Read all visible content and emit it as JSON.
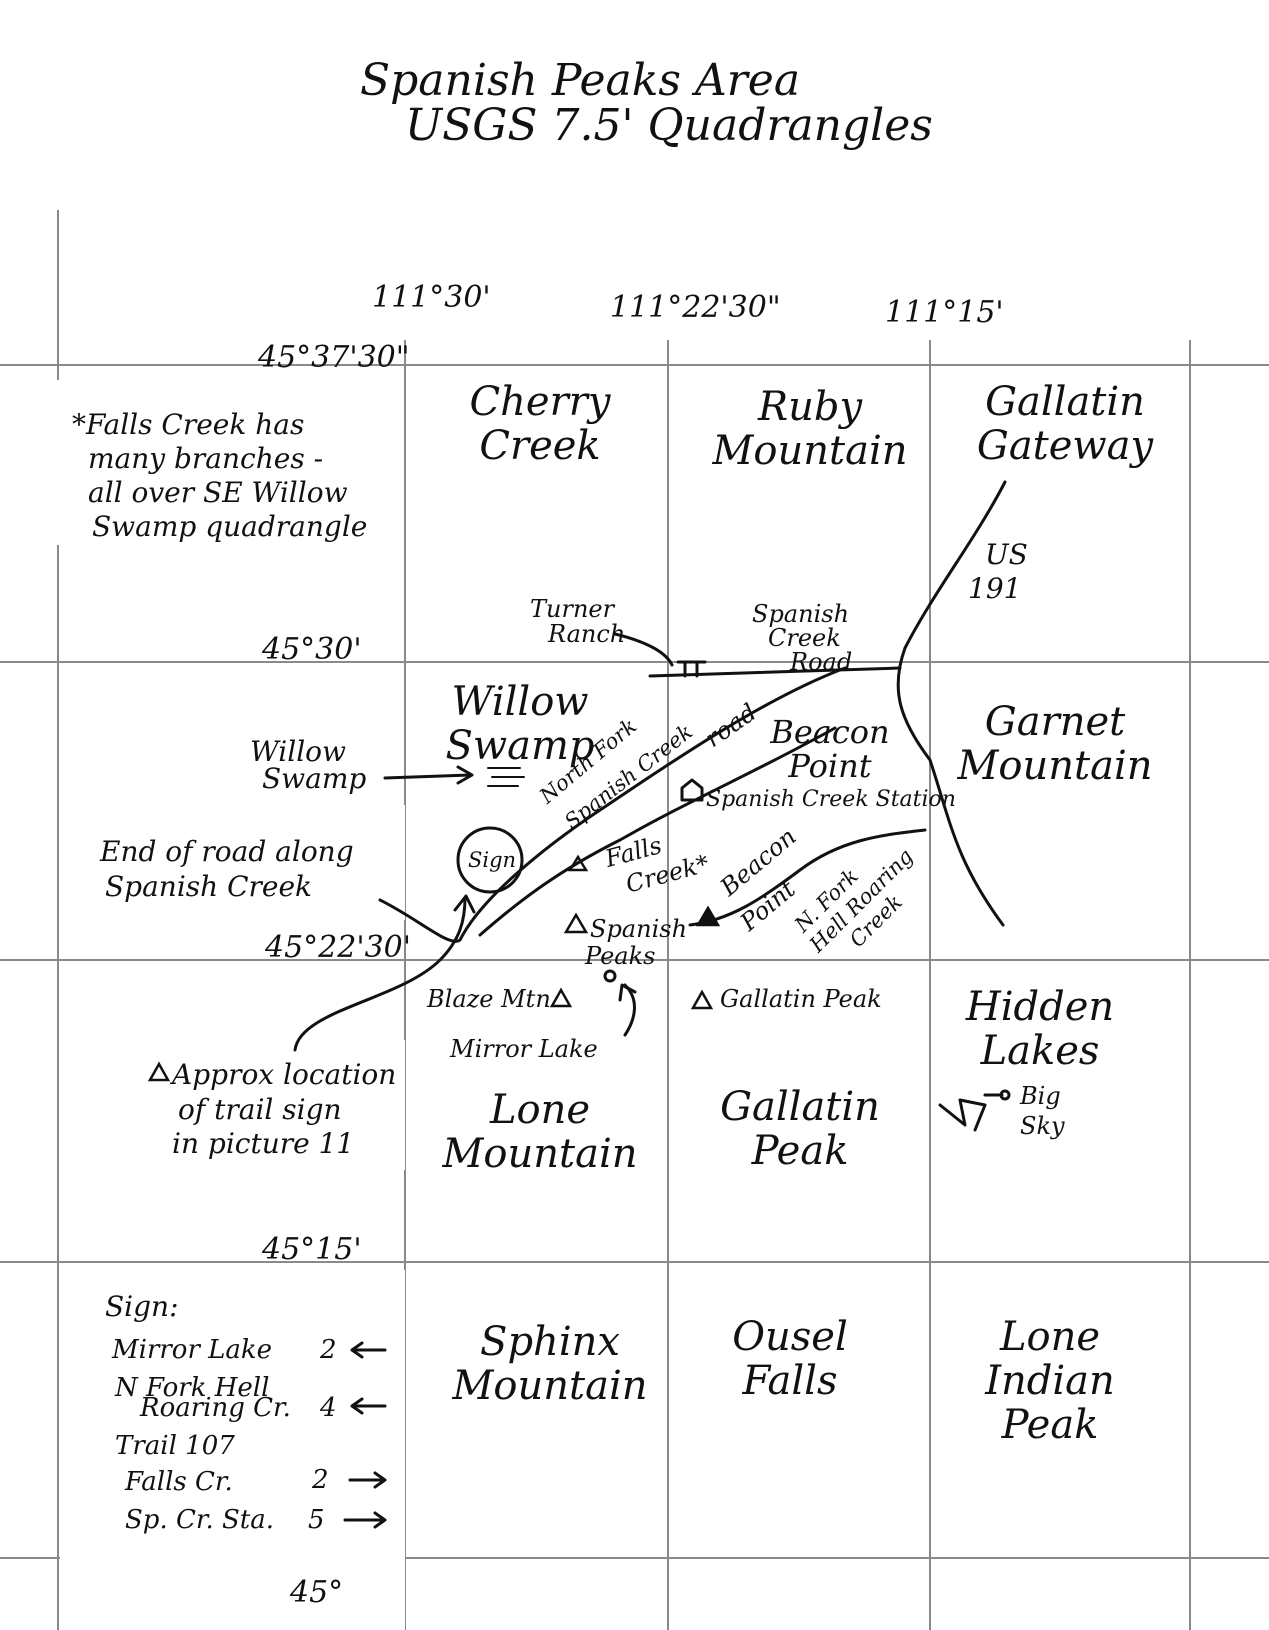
{
  "title": {
    "line1": "Spanish Peaks Area",
    "line2": "USGS 7.5' Quadrangles"
  },
  "longitudes": [
    "111°30'",
    "111°22'30\"",
    "111°15'"
  ],
  "latitudes": [
    "45°37'30\"",
    "45°30'",
    "45°22'30'",
    "45°15'",
    "45°"
  ],
  "quadrangles": {
    "cherry_creek": "Cherry Creek",
    "ruby_mountain": "Ruby Mountain",
    "gallatin_gateway": "Gallatin Gateway",
    "willow_swamp": "Willow Swamp",
    "beacon_point": "Beacon Point",
    "garnet_mountain": "Garnet Mountain",
    "lone_mountain": "Lone Mountain",
    "gallatin_peak": "Gallatin Peak",
    "hidden_lakes": "Hidden Lakes",
    "sphinx_mountain": "Sphinx Mountain",
    "ousel_falls": "Ousel Falls",
    "lone_indian_peak": "Lone Indian Peak"
  },
  "notes": {
    "falls_creek_line1": "*Falls Creek has",
    "falls_creek_line2": "many branches -",
    "falls_creek_line3": "all over SE Willow",
    "falls_creek_line4": "Swamp quadrangle",
    "end_of_road_line1": "End of road along",
    "end_of_road_line2": "Spanish Creek",
    "approx_line1": "Approx location",
    "approx_line2": "of trail sign",
    "approx_line3": "in picture 11"
  },
  "features": {
    "us_191_line1": "US",
    "us_191_line2": "191",
    "turner_ranch_line1": "Turner",
    "turner_ranch_line2": "Ranch",
    "spanish_creek_road_line1": "Spanish",
    "spanish_creek_road_line2": "Creek",
    "spanish_creek_road_line3": "Road",
    "willow_swamp_label_line1": "Willow",
    "willow_swamp_label_line2": "Swamp",
    "north_fork_line1": "North Fork",
    "north_fork_line2": "Spanish Creek",
    "road": "road",
    "spanish_creek_station": "Spanish Creek Station",
    "sign_circle": "Sign",
    "falls_creek_line1": "Falls",
    "falls_creek_line2": "Creek*",
    "beacon_point_peak_line1": "Beacon",
    "beacon_point_peak_line2": "Point",
    "n_fork_hell_line1": "N. Fork",
    "n_fork_hell_line2": "Hell Roaring",
    "n_fork_hell_line3": "Creek",
    "spanish_peaks_line1": "Spanish",
    "spanish_peaks_line2": "Peaks",
    "blaze_mtn": "Blaze Mtn",
    "gallatin_peak_summit": "Gallatin Peak",
    "mirror_lake": "Mirror Lake",
    "big_sky_line1": "Big",
    "big_sky_line2": "Sky"
  },
  "sign": {
    "heading": "Sign:",
    "rows": [
      {
        "dest": "Mirror Lake",
        "dist": "2",
        "arrow": "←"
      },
      {
        "dest": "N Fork Hell",
        "dist": "",
        "arrow": ""
      },
      {
        "dest": "Roaring Cr.",
        "dist": "4",
        "arrow": "←"
      },
      {
        "dest": "Trail 107",
        "dist": "",
        "arrow": ""
      },
      {
        "dest": "Falls Cr.",
        "dist": "2",
        "arrow": "→"
      },
      {
        "dest": "Sp. Cr. Sta.",
        "dist": "5",
        "arrow": "→"
      }
    ]
  },
  "colors": {
    "ink": "#111111",
    "grid": "#8a8a8a",
    "paper": "#ffffff"
  }
}
